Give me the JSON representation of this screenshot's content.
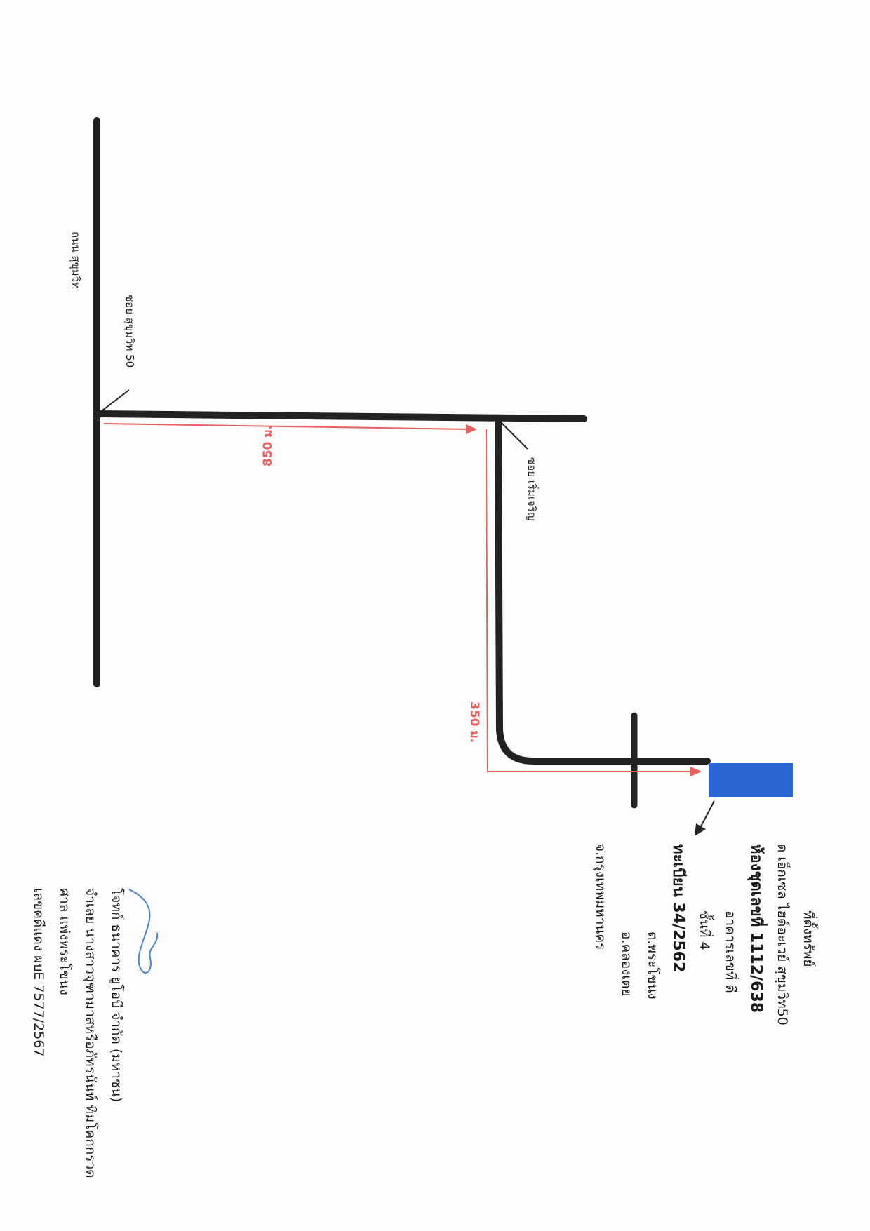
{
  "case_header": {
    "plaintiff": "โจทก์  ธนาคาร ยูโอบี จำกัด (มหาชน)",
    "defendant": "จำเลย  นางสาวจุฑามาสหรือภัทรนันท์  ทิมโคกกรวด",
    "court": "ศาล   แพ่งพระโขนง",
    "case_no": "เลขคดีแดง  ผบE 7577/2567"
  },
  "roads": {
    "main_road": "ถนน สุขุมวิท",
    "soi_sukhumvit": "ซอย สุขุมวิท 50",
    "soi_roemcharoen": "ซอย เริ่มเจริญ"
  },
  "distances": {
    "first_leg": "850 ม.",
    "second_leg": "350 ม."
  },
  "property": {
    "heading": "ที่ตั้งทรัพย์",
    "project": "ด เอ็กเซล ไฮด์อะเวย์ สุขุมวิท50",
    "unit_no": "ห้องชุดเลขที่ 1112/638",
    "building": "อาคารเลขที่  ดี",
    "floor": "ชั้นที่ 4",
    "registration": "ทะเบียน  34/2562",
    "subdistrict": "ต.พระโขนง",
    "district": "อ.คลองเตย",
    "province": "จ.กรุงเทพมหานคร"
  },
  "colors": {
    "road": "#222222",
    "distance": "#e8605f",
    "property_marker": "#2a67d1"
  }
}
